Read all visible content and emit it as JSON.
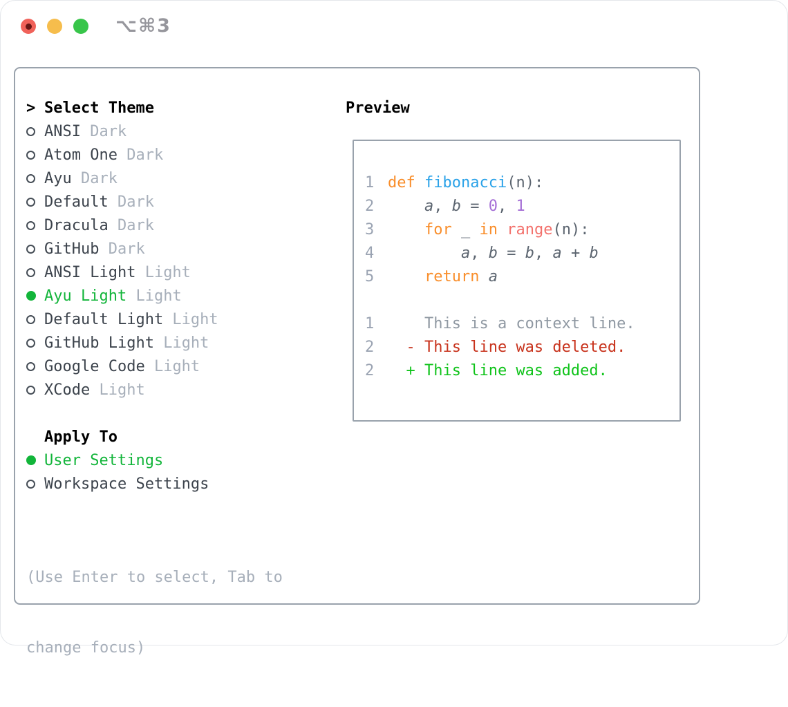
{
  "titlebar": {
    "shortcut": "⌥⌘3",
    "traffic_colors": {
      "red": "#f0625a",
      "yellow": "#f6bd4c",
      "green": "#38c54a"
    }
  },
  "theme_panel": {
    "header": "Select Theme",
    "themes": [
      {
        "name": "ANSI",
        "variant": "Dark",
        "selected": false
      },
      {
        "name": "Atom One",
        "variant": "Dark",
        "selected": false
      },
      {
        "name": "Ayu",
        "variant": "Dark",
        "selected": false
      },
      {
        "name": "Default",
        "variant": "Dark",
        "selected": false
      },
      {
        "name": "Dracula",
        "variant": "Dark",
        "selected": false
      },
      {
        "name": "GitHub",
        "variant": "Dark",
        "selected": false
      },
      {
        "name": "ANSI Light",
        "variant": "Light",
        "selected": false
      },
      {
        "name": "Ayu Light",
        "variant": "Light",
        "selected": true
      },
      {
        "name": "Default Light",
        "variant": "Light",
        "selected": false
      },
      {
        "name": "GitHub Light",
        "variant": "Light",
        "selected": false
      },
      {
        "name": "Google Code",
        "variant": "Light",
        "selected": false
      },
      {
        "name": "XCode",
        "variant": "Light",
        "selected": false
      }
    ],
    "apply_header": "Apply To",
    "apply_options": [
      {
        "name": "User Settings",
        "selected": true
      },
      {
        "name": "Workspace Settings",
        "selected": false
      }
    ],
    "help": [
      "(Use Enter to select, Tab to",
      "change focus)"
    ]
  },
  "preview": {
    "header": "Preview",
    "lines": [
      {
        "num": "1",
        "tokens": [
          {
            "t": "def",
            "c": "kw"
          },
          {
            "t": " ",
            "c": "fg"
          },
          {
            "t": "fibonacci",
            "c": "fn"
          },
          {
            "t": "(n):",
            "c": "fg"
          }
        ]
      },
      {
        "num": "2",
        "tokens": [
          {
            "t": "    ",
            "c": "fg"
          },
          {
            "t": "a",
            "c": "var"
          },
          {
            "t": ", ",
            "c": "fg"
          },
          {
            "t": "b",
            "c": "var"
          },
          {
            "t": " = ",
            "c": "fg"
          },
          {
            "t": "0",
            "c": "num"
          },
          {
            "t": ", ",
            "c": "fg"
          },
          {
            "t": "1",
            "c": "num"
          }
        ]
      },
      {
        "num": "3",
        "tokens": [
          {
            "t": "    ",
            "c": "fg"
          },
          {
            "t": "for",
            "c": "kw"
          },
          {
            "t": " _ ",
            "c": "fg"
          },
          {
            "t": "in",
            "c": "kw"
          },
          {
            "t": " ",
            "c": "fg"
          },
          {
            "t": "range",
            "c": "call"
          },
          {
            "t": "(n):",
            "c": "fg"
          }
        ]
      },
      {
        "num": "4",
        "tokens": [
          {
            "t": "        ",
            "c": "fg"
          },
          {
            "t": "a",
            "c": "var"
          },
          {
            "t": ", ",
            "c": "fg"
          },
          {
            "t": "b",
            "c": "var"
          },
          {
            "t": " = ",
            "c": "fg"
          },
          {
            "t": "b",
            "c": "var"
          },
          {
            "t": ", ",
            "c": "fg"
          },
          {
            "t": "a",
            "c": "var"
          },
          {
            "t": " + ",
            "c": "fg"
          },
          {
            "t": "b",
            "c": "var"
          }
        ]
      },
      {
        "num": "5",
        "tokens": [
          {
            "t": "    ",
            "c": "fg"
          },
          {
            "t": "return",
            "c": "kw"
          },
          {
            "t": " ",
            "c": "fg"
          },
          {
            "t": "a",
            "c": "var"
          }
        ]
      },
      {
        "num": "",
        "tokens": []
      },
      {
        "num": "1",
        "tokens": [
          {
            "t": "    This is a context line.",
            "c": "ctx"
          }
        ]
      },
      {
        "num": "2",
        "tokens": [
          {
            "t": "  - This line was deleted.",
            "c": "del"
          }
        ]
      },
      {
        "num": "2",
        "tokens": [
          {
            "t": "  + This line was added.",
            "c": "add"
          }
        ]
      }
    ]
  },
  "colors": {
    "select_green": "#12b53a",
    "keyword": "#f98e2b",
    "function": "#2aa2e8",
    "call": "#f3716c",
    "number": "#a56fd6",
    "code_fg": "#5c6570",
    "line_number": "#9aa3b2",
    "diff_context": "#8f98a2",
    "diff_deleted": "#c8331d",
    "diff_added": "#0fc31a"
  }
}
